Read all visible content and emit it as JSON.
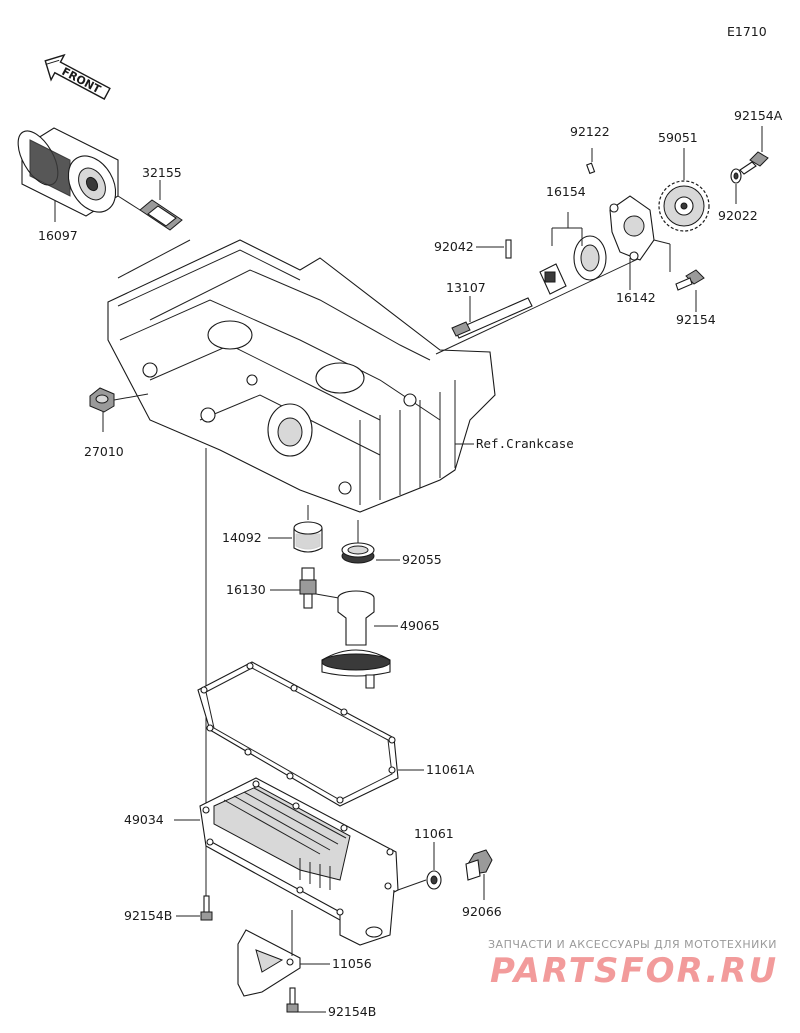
{
  "diagram": {
    "code": "E1710",
    "front_label": "FRONT",
    "crankcase_ref": "Ref.Crankcase",
    "parts": {
      "oil_filter": "16097",
      "filter_pipe": "32155",
      "drain_bolt_top": "27010",
      "pin": "92122",
      "gear": "59051",
      "bolt_92154A": "92154A",
      "rotor_set": "16154",
      "dowel": "92042",
      "shaft": "13107",
      "pump_body": "16142",
      "washer_92022": "92022",
      "bolt_92154": "92154",
      "spacer": "14092",
      "oring": "92055",
      "fitting": "16130",
      "strainer": "49065",
      "gasket": "11061A",
      "oil_pan": "49034",
      "washer_11061": "11061",
      "drain_plug": "92066",
      "bolt_92154B_left": "92154B",
      "bracket": "11056",
      "bolt_92154B_bottom": "92154B"
    }
  },
  "watermark": {
    "tagline": "ЗАПЧАСТИ И АКСЕССУАРЫ ДЛЯ МОТОТЕХНИКИ",
    "brand": "PARTSFOR.RU"
  }
}
